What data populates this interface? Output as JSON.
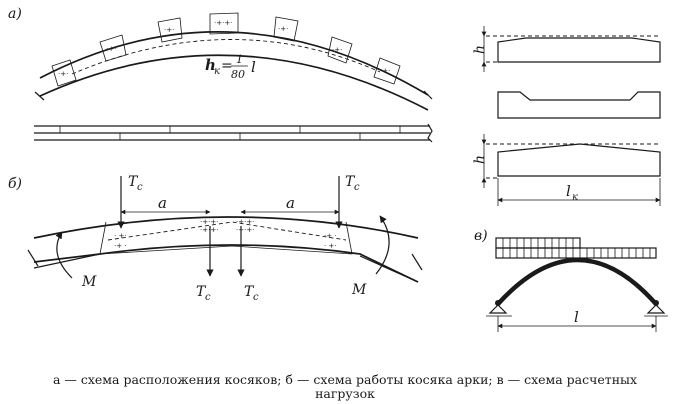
{
  "labels": {
    "panel_a": "а)",
    "panel_b": "б)",
    "panel_v": "в)",
    "hk_formula_lhs": "h",
    "hk_formula_sub": "к",
    "hk_formula_eq": "=",
    "hk_formula_num": "1",
    "hk_formula_den": "80",
    "hk_formula_l": "l",
    "force": "T",
    "force_sub": "c",
    "dim_a": "a",
    "moment": "M",
    "hk": "h",
    "hk_sub": "к",
    "lk": "l",
    "lk_sub": "к",
    "span": "l"
  },
  "caption": {
    "line1": "а — схема расположения косяков; б — схема работы косяка арки; в — схема расчетных",
    "line2": "нагрузок"
  }
}
